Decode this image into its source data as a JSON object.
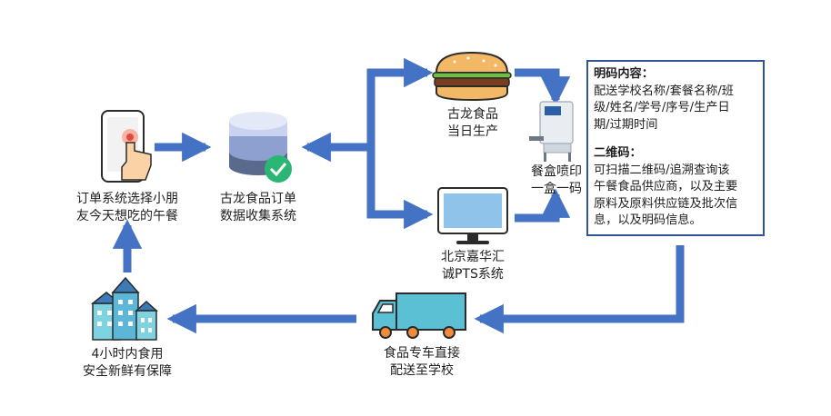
{
  "colors": {
    "arrow": "#4472c4",
    "box_border": "#2f5597",
    "truck": "#5bc0d3"
  },
  "nodes": {
    "order": {
      "line1": "订单系统选择小朋",
      "line2": "友今天想吃的午餐"
    },
    "database": {
      "line1": "古龙食品订单",
      "line2": "数据收集系统"
    },
    "food": {
      "line1": "古龙食品",
      "line2": "当日生产"
    },
    "pts": {
      "line1": "北京嘉华汇",
      "line2": "诚PTS系统"
    },
    "printer": {
      "line1": "餐盒喷印",
      "line2": "一盒一码"
    },
    "truck": {
      "line1": "食品专车直接",
      "line2": "配送至学校"
    },
    "school": {
      "line1": "4小时内食用",
      "line2": "安全新鲜有保障"
    }
  },
  "info": {
    "title1": "明码内容：",
    "lines1": [
      "配送学校名称/套餐名称/班",
      "级/姓名/学号/序号/生产日",
      "期/过期时间"
    ],
    "title2": "二维码：",
    "lines2": [
      "可扫描二维码/追溯查询该",
      "午餐食品供应商，以及主要",
      "原料及原料供应链及批次信",
      "息，以及明码信息。"
    ]
  }
}
